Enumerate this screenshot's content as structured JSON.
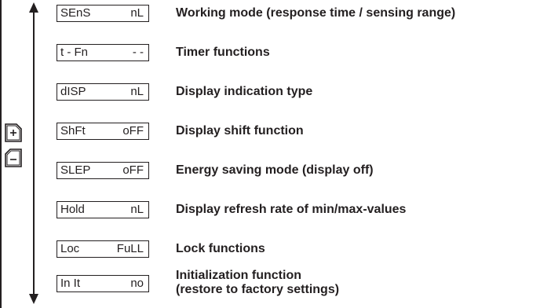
{
  "menu": {
    "items": [
      {
        "param": "SEnS",
        "value": "nL",
        "description": [
          "Working mode (response time / sensing range)"
        ]
      },
      {
        "param": "t - Fn",
        "value": "- -",
        "description": [
          "Timer functions"
        ]
      },
      {
        "param": "dISP",
        "value": "nL",
        "description": [
          "Display indication type"
        ]
      },
      {
        "param": "ShFt",
        "value": "oFF",
        "description": [
          "Display shift function"
        ]
      },
      {
        "param": "SLEP",
        "value": "oFF",
        "description": [
          "Energy saving mode (display off)"
        ]
      },
      {
        "param": "Hold",
        "value": "nL",
        "description": [
          "Display refresh rate of min/max-values"
        ]
      },
      {
        "param": "Loc",
        "value": "FuLL",
        "description": [
          "Lock functions"
        ]
      },
      {
        "param": "In It",
        "value": "no",
        "description": [
          "Initialization function",
          "(restore to factory settings)"
        ]
      }
    ]
  },
  "keys": {
    "plus": "plus-key-icon",
    "minus": "minus-key-icon"
  },
  "colors": {
    "ink": "#231f20",
    "background": "#ffffff"
  }
}
